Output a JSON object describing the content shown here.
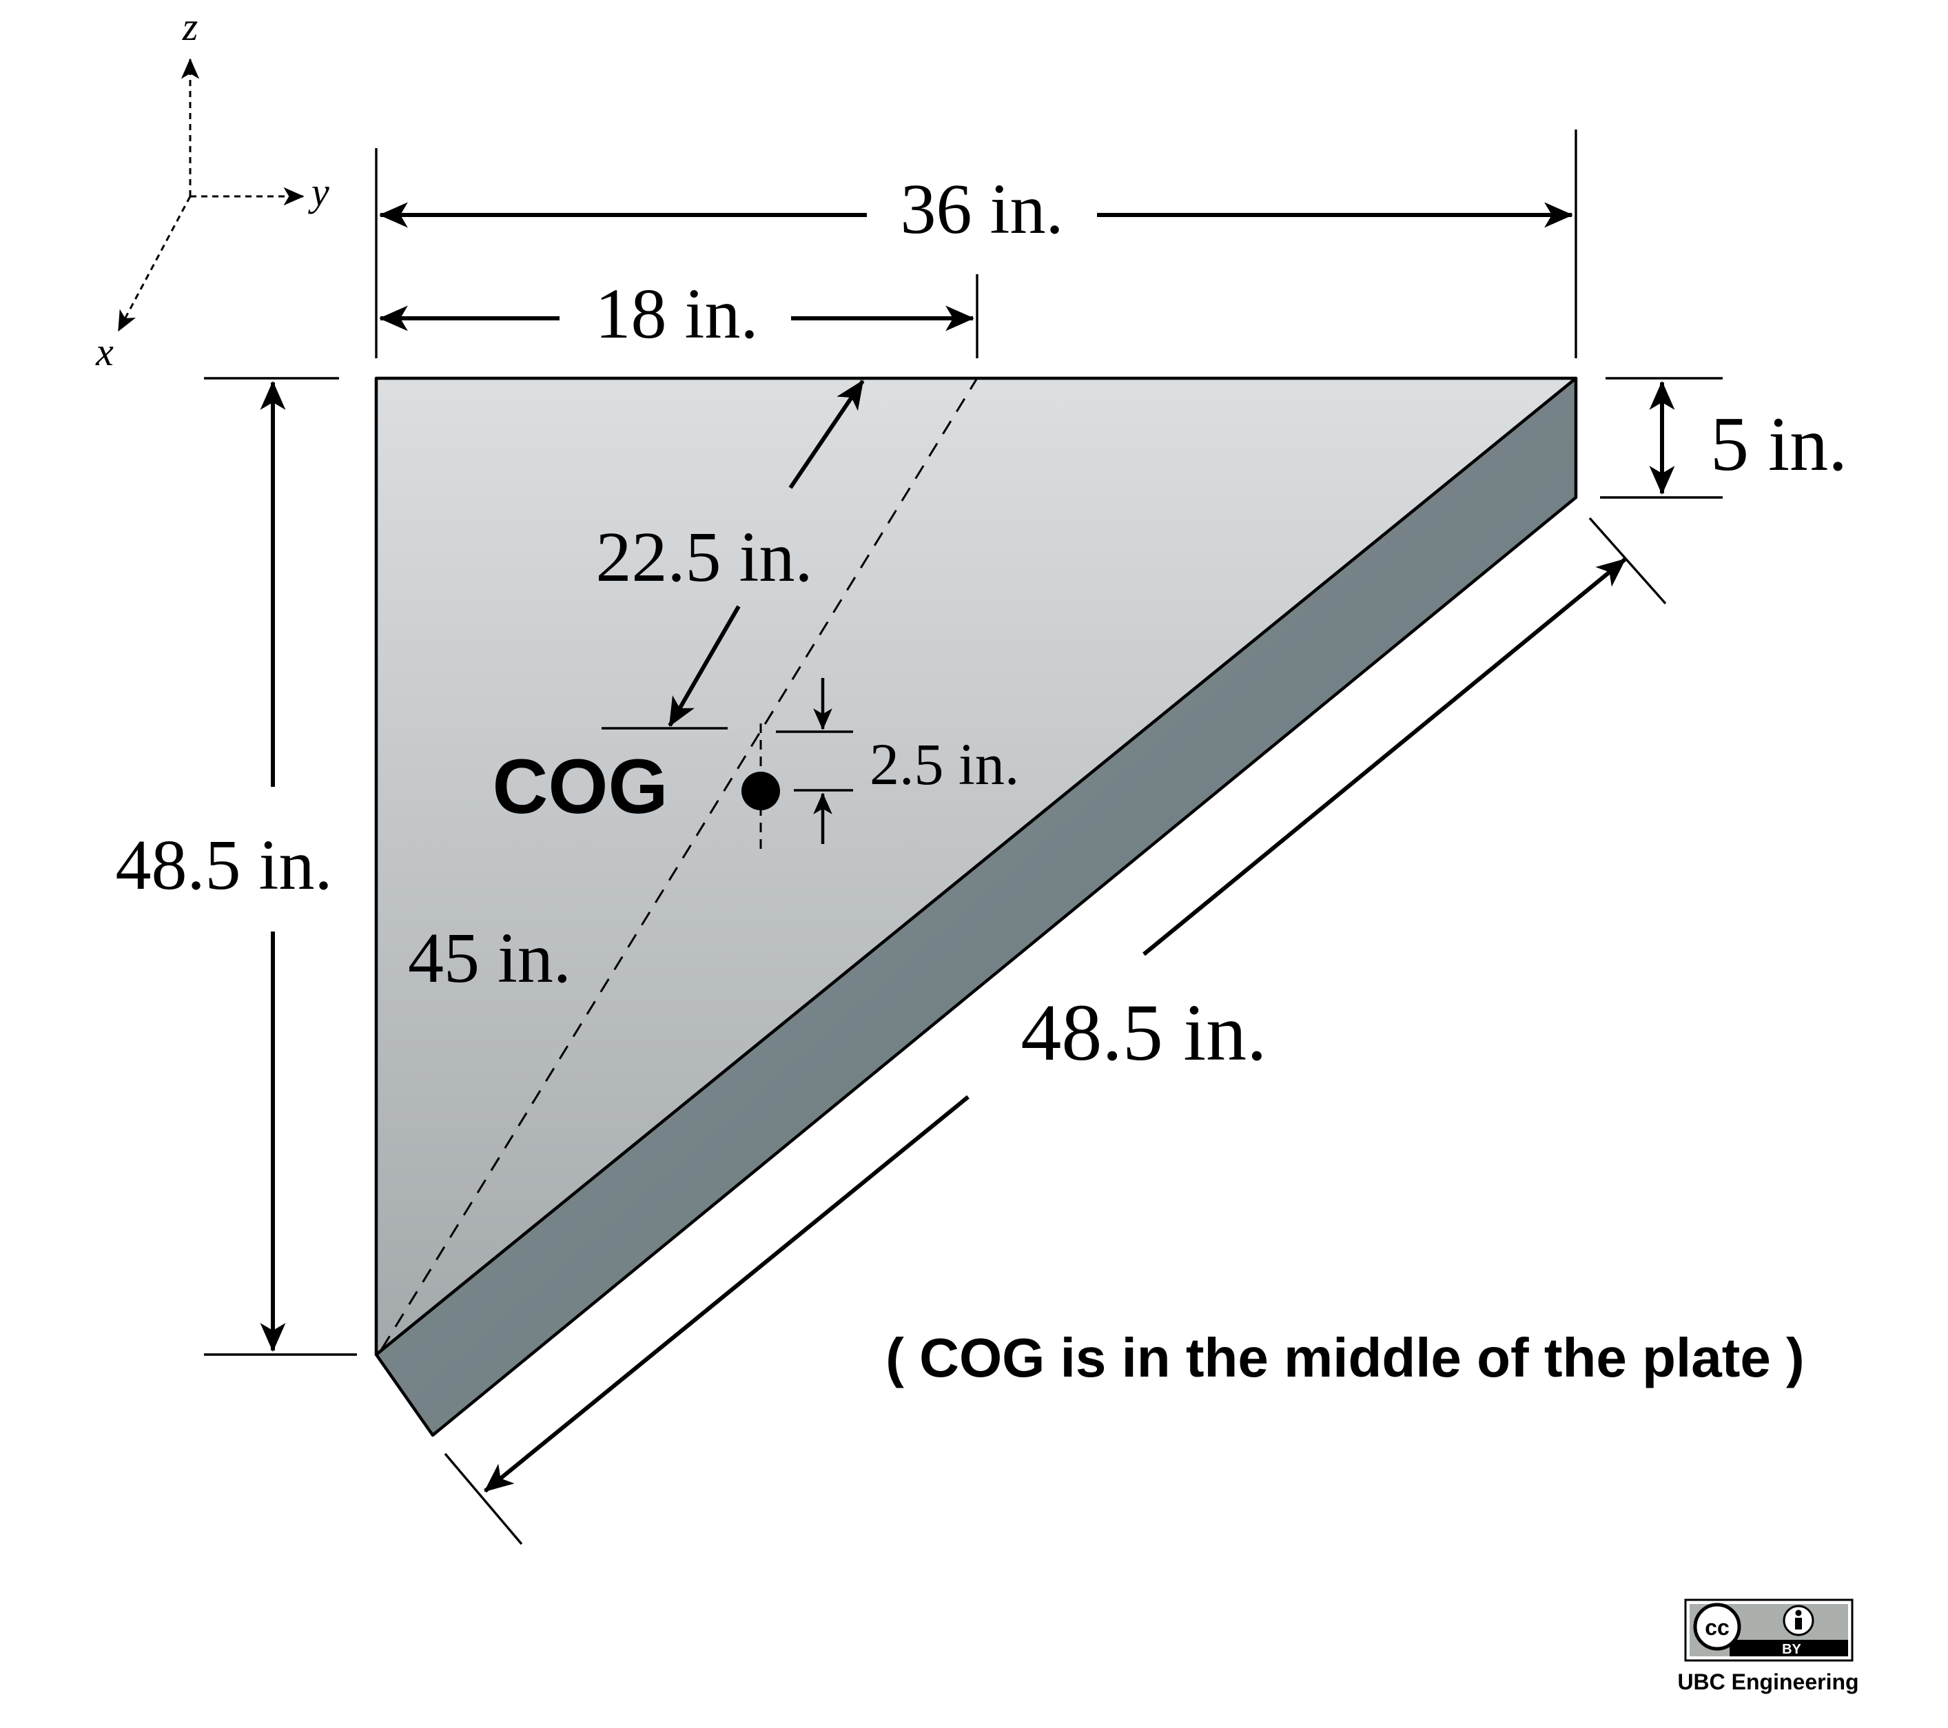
{
  "axes": {
    "z": "z",
    "y": "y",
    "x": "x"
  },
  "dimensions": {
    "overall_width": "36 in.",
    "half_width": "18 in.",
    "left_height": "48.5 in.",
    "thickness": "5 in.",
    "hypotenuse": "48.5 in.",
    "cog_distance": "22.5 in.",
    "median_length": "45 in.",
    "cog_depth": "2.5 in."
  },
  "cog_label": "COG",
  "note": "( COG is in the middle of the plate )",
  "license": {
    "badge": "BY",
    "cc": "cc",
    "credit": "UBC Engineering"
  },
  "colors": {
    "top_face_light": "#dcdfe1",
    "top_face_dark": "#a4a9ac",
    "side_face_light": "#859296",
    "side_face_dark": "#667378"
  }
}
